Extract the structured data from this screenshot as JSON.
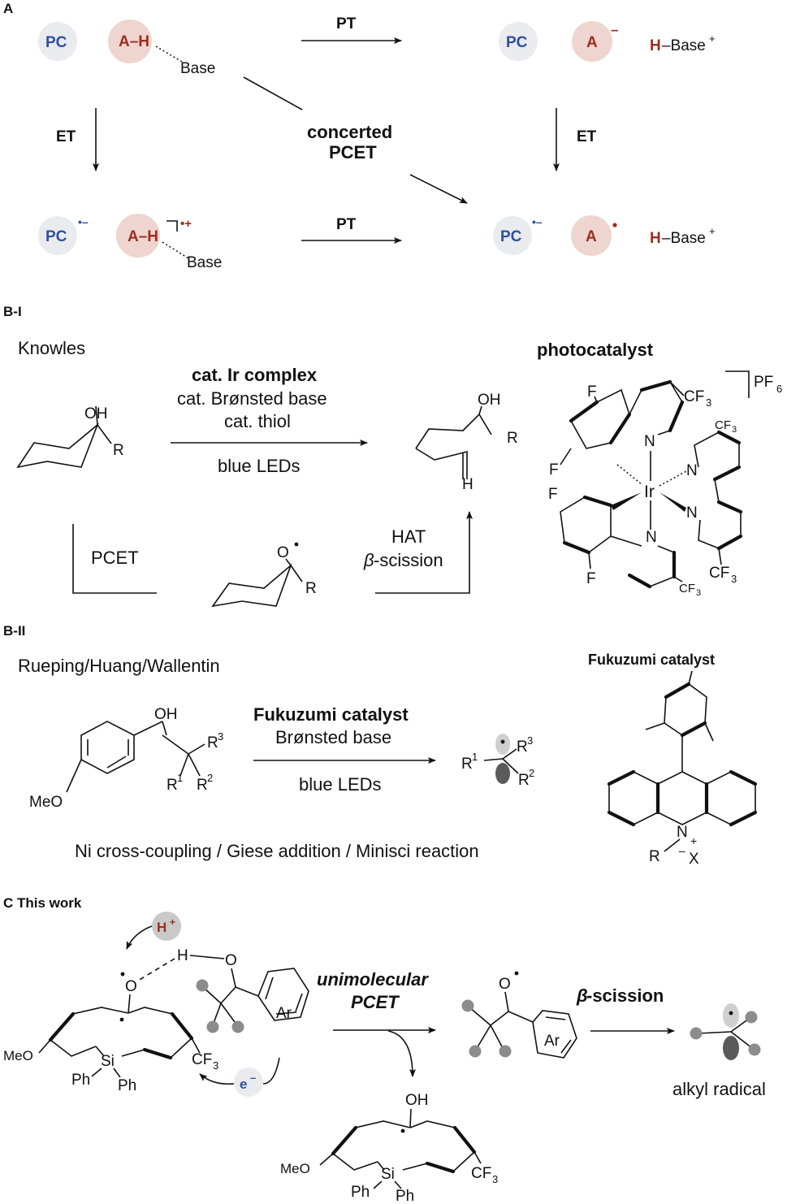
{
  "panelA": {
    "label": "A",
    "pc": "PC",
    "ah": "A–H",
    "a": "A",
    "base": "Base",
    "h_base": "H",
    "h_base_rest": "–Base",
    "plus": "+",
    "minus": "–",
    "pt": "PT",
    "et": "ET",
    "concerted": "concerted",
    "pcet": "PCET",
    "radical_cation": "•+",
    "radical_anion": "•–"
  },
  "panelBI": {
    "label": "B-I",
    "author": "Knowles",
    "cond1": "cat. Ir complex",
    "cond2": "cat. Brønsted base",
    "cond3": "cat. thiol",
    "cond4": "blue LEDs",
    "pcet": "PCET",
    "hat": "HAT",
    "beta": "β",
    "scission": "-scission",
    "oh": "OH",
    "r": "R",
    "o": "O",
    "h": "H",
    "photocatalyst_title": "photocatalyst",
    "f": "F",
    "cf3": "CF",
    "three": "3",
    "pf6": "PF",
    "six": "6",
    "n": "N",
    "ir": "Ir"
  },
  "panelBII": {
    "label": "B-II",
    "authors": "Rueping/Huang/Wallentin",
    "cond1": "Fukuzumi catalyst",
    "cond2": "Brønsted base",
    "cond3": "blue LEDs",
    "applications": "Ni cross-coupling / Giese addition / Minisci reaction",
    "oh": "OH",
    "meo": "MeO",
    "r1": "R",
    "r2": "R",
    "r3": "R",
    "sup1": "1",
    "sup2": "2",
    "sup3": "3",
    "catalyst_title": "Fukuzumi catalyst",
    "n": "N",
    "plus": "+",
    "r": "R",
    "x": "X",
    "minus": "–"
  },
  "panelC": {
    "label": "C This work",
    "hplus": "H",
    "plus": "+",
    "h": "H",
    "o": "O",
    "ar": "Ar",
    "meo": "MeO",
    "si": "Si",
    "ph": "Ph",
    "cf3": "CF",
    "three": "3",
    "eminus": "e",
    "minus": "–",
    "unimolecular": "unimolecular",
    "pcet": "PCET",
    "beta": "β",
    "scission": "-scission",
    "alkyl_radical": "alkyl radical",
    "oh": "OH"
  }
}
